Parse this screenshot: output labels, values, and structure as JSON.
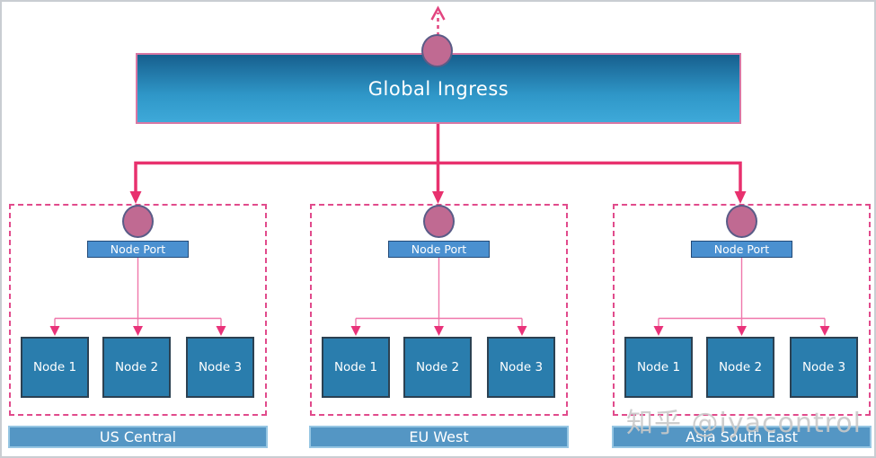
{
  "diagram": {
    "global_ingress": {
      "label": "Global Ingress"
    },
    "regions": [
      {
        "label": "US Central",
        "node_port": "Node Port",
        "nodes": [
          "Node 1",
          "Node 2",
          "Node 3"
        ]
      },
      {
        "label": "EU West",
        "node_port": "Node Port",
        "nodes": [
          "Node 1",
          "Node 2",
          "Node 3"
        ]
      },
      {
        "label": "Asia South East",
        "node_port": "Node Port",
        "nodes": [
          "Node 1",
          "Node 2",
          "Node 3"
        ]
      }
    ],
    "watermark": "知乎 @iyacontrol",
    "colors": {
      "accent_pink": "#e8316e",
      "branch_pink": "#ef77ab",
      "dashed_border_pink": "#e14b8c",
      "circle_fill": "#c06a92",
      "circle_border": "#5a5c87",
      "node_fill": "#2a7dad",
      "node_border": "#2c4152",
      "node_port_fill": "#4a90d0",
      "node_port_border": "#234a77",
      "region_bar_fill": "#5496c4",
      "region_bar_border": "#96c6e3",
      "ingress_gradient_top": "#175f8e",
      "ingress_gradient_bottom": "#3ea9d9"
    }
  }
}
